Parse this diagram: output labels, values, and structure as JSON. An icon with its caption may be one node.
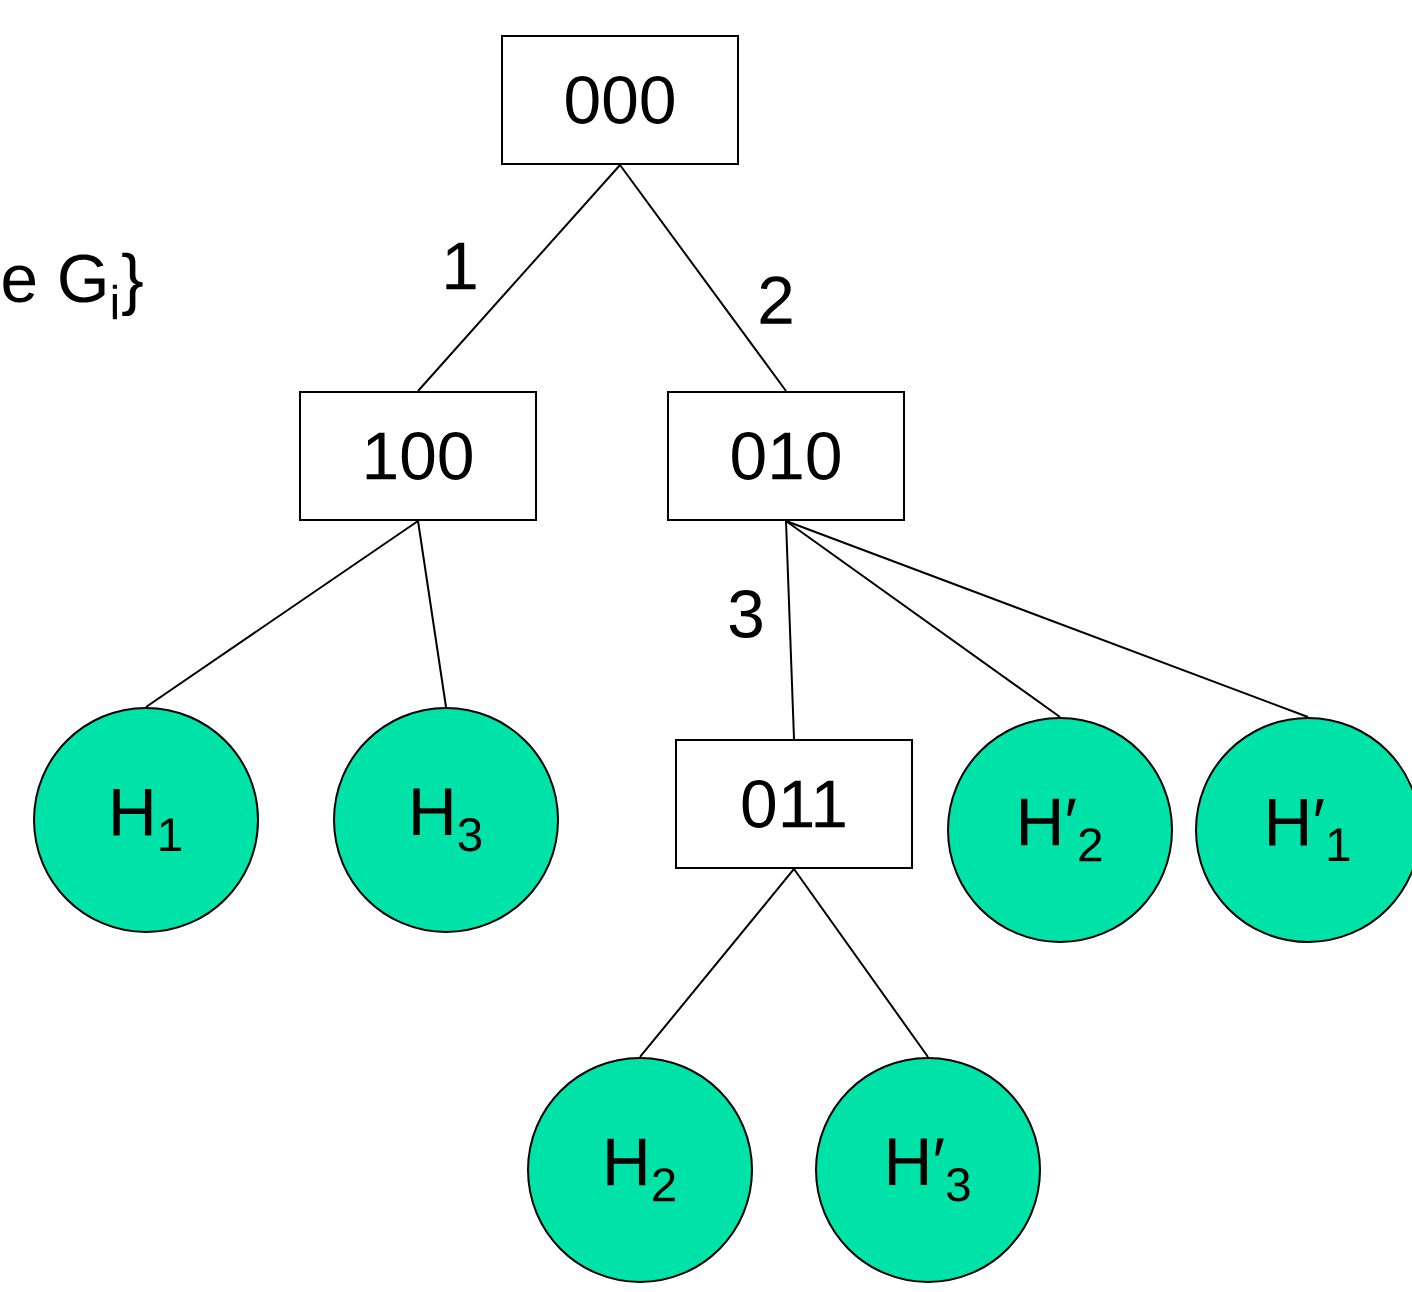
{
  "diagram": {
    "nodes": [
      {
        "text": [
          "000"
        ]
      },
      {
        "text": [
          "100"
        ]
      },
      {
        "text": [
          "010"
        ]
      },
      {
        "text": [
          "H$_{1}$"
        ]
      },
      {
        "text": [
          "H$_{3}$"
        ]
      },
      {
        "text": [
          "011"
        ]
      },
      {
        "text": [
          "H′$_{2}$"
        ]
      },
      {
        "text": [
          "H′$_{1}$"
        ]
      },
      {
        "text": [
          "H$_{2}$"
        ]
      },
      {
        "text": [
          "H′$_{3}$"
        ]
      }
    ],
    "edges": [
      {
        "from": 0,
        "to": 1,
        "arrow": "none",
        "label": "1"
      },
      {
        "from": 0,
        "to": 2,
        "arrow": "none",
        "label": "2"
      },
      {
        "from": 1,
        "to": 3,
        "arrow": "none"
      },
      {
        "from": 1,
        "to": 4,
        "arrow": "none"
      },
      {
        "from": 2,
        "to": 5,
        "arrow": "none",
        "label": "3"
      },
      {
        "from": 2,
        "to": 6,
        "arrow": "none"
      },
      {
        "from": 2,
        "to": 7,
        "arrow": "none"
      },
      {
        "from": 5,
        "to": 8,
        "arrow": "none"
      },
      {
        "from": 5,
        "to": 9,
        "arrow": "none"
      }
    ],
    "labels": [
      "e G$_{i}$}"
    ]
  }
}
